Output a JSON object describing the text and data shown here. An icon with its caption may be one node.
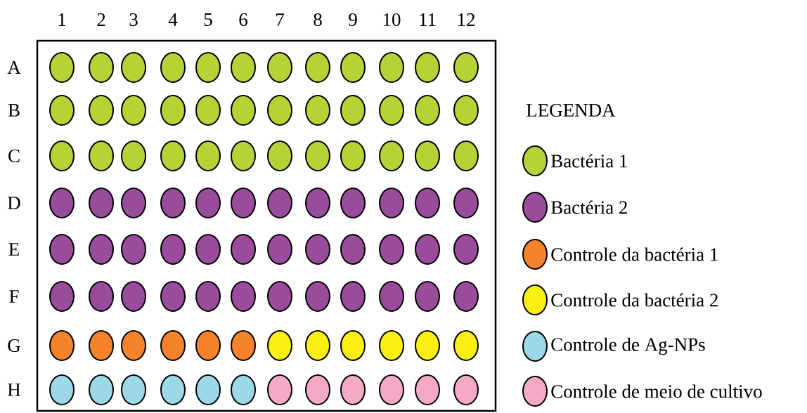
{
  "diagram": {
    "labels": [
      "1",
      "2",
      "3",
      "4",
      "5",
      "6",
      "7",
      "8",
      "9",
      "10",
      "11",
      "12",
      "A",
      "B",
      "C",
      "D",
      "E",
      "F",
      "G",
      "H",
      "LEGENDA"
    ],
    "legend": [
      {
        "text": "Bactéria 1",
        "color": "#b5d334"
      },
      {
        "text": "Bactéria 2",
        "color": "#9a4c9c"
      },
      {
        "text": "Controle da bactéria 1",
        "color": "#f5832c"
      },
      {
        "text": "Controle da bactéria 2",
        "color": "#fbee12"
      },
      {
        "text": "Controle de Ag-NPs",
        "color": "#9cd8e8"
      },
      {
        "text": "Controle de meio de cultivo",
        "color": "#f4aac6"
      }
    ]
  }
}
